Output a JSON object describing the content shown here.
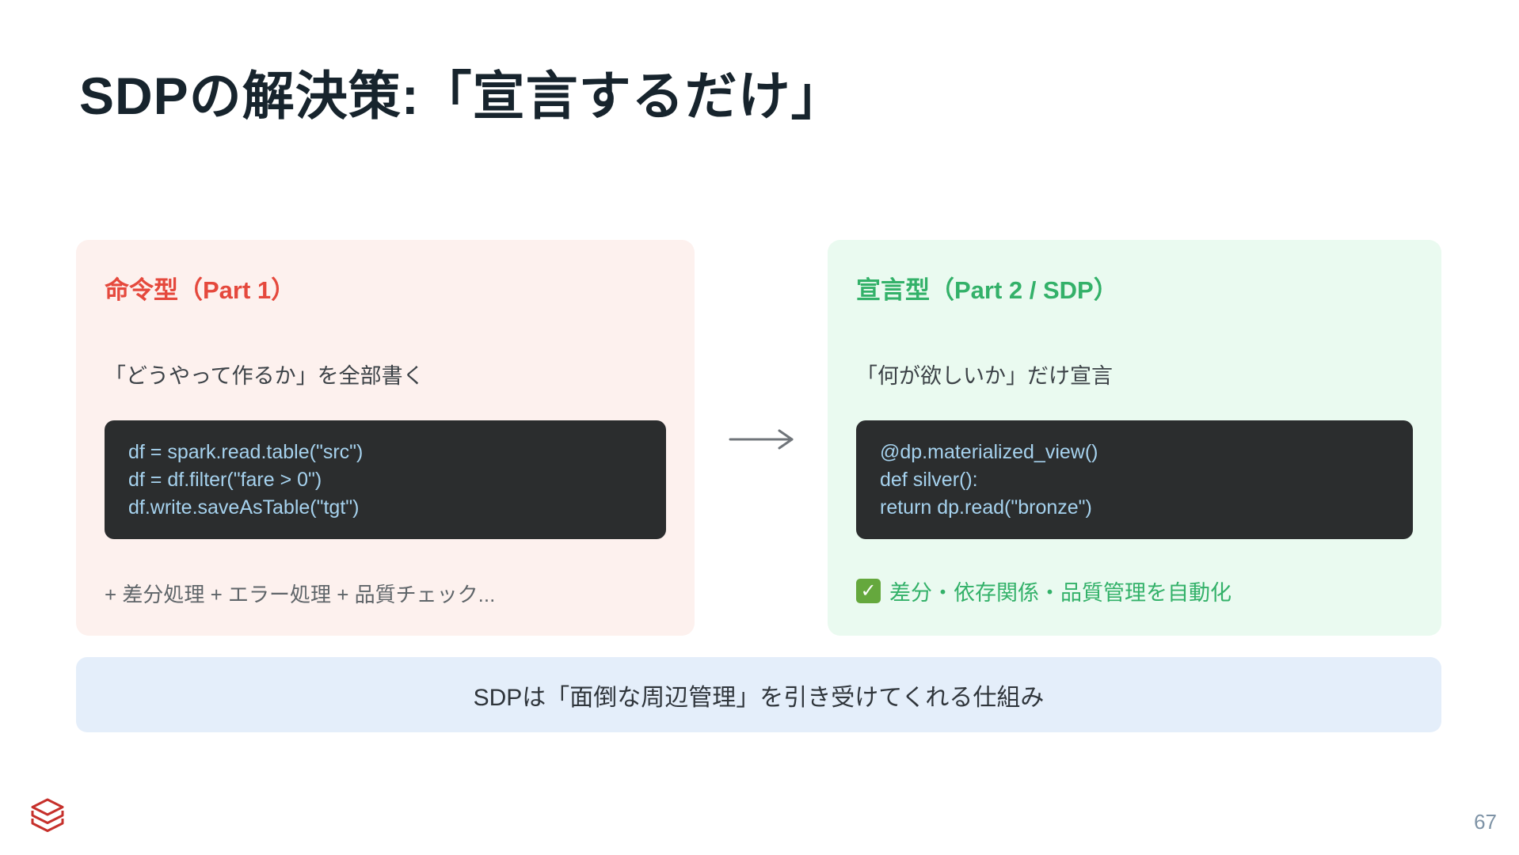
{
  "slide": {
    "title": "SDPの解決策:「宣言するだけ」",
    "page_number": "67"
  },
  "left_panel": {
    "heading": "命令型（Part 1）",
    "subtitle": "「どうやって作るか」を全部書く",
    "code_lines": [
      "df = spark.read.table(\"src\")",
      "df = df.filter(\"fare > 0\")",
      "df.write.saveAsTable(\"tgt\")"
    ],
    "footer": "+ 差分処理 + エラー処理 + 品質チェック..."
  },
  "right_panel": {
    "heading": "宣言型（Part 2 / SDP）",
    "subtitle": "「何が欲しいか」だけ宣言",
    "code_lines": [
      "@dp.materialized_view()",
      "def silver():",
      "return dp.read(\"bronze\")"
    ],
    "footer": "差分・依存関係・品質管理を自動化"
  },
  "banner": {
    "text": "SDPは「面倒な周辺管理」を引き受けてくれる仕組み"
  },
  "icons": {
    "check_glyph": "✓",
    "arrow": "right-arrow",
    "logo": "databricks-layers"
  },
  "colors": {
    "title_text": "#17242d",
    "left_panel_bg": "#fdf1ee",
    "right_panel_bg": "#eafaf0",
    "heading_red": "#e5493d",
    "heading_green": "#33b169",
    "code_bg": "#2b2d2e",
    "code_text": "#a6d2ee",
    "footer_gray": "#5f6569",
    "banner_bg": "#e4eefa",
    "check_box_green": "#65a83d",
    "logo_red": "#c6302b",
    "arrow_gray": "#70757a",
    "page_number": "#7e93a6"
  }
}
